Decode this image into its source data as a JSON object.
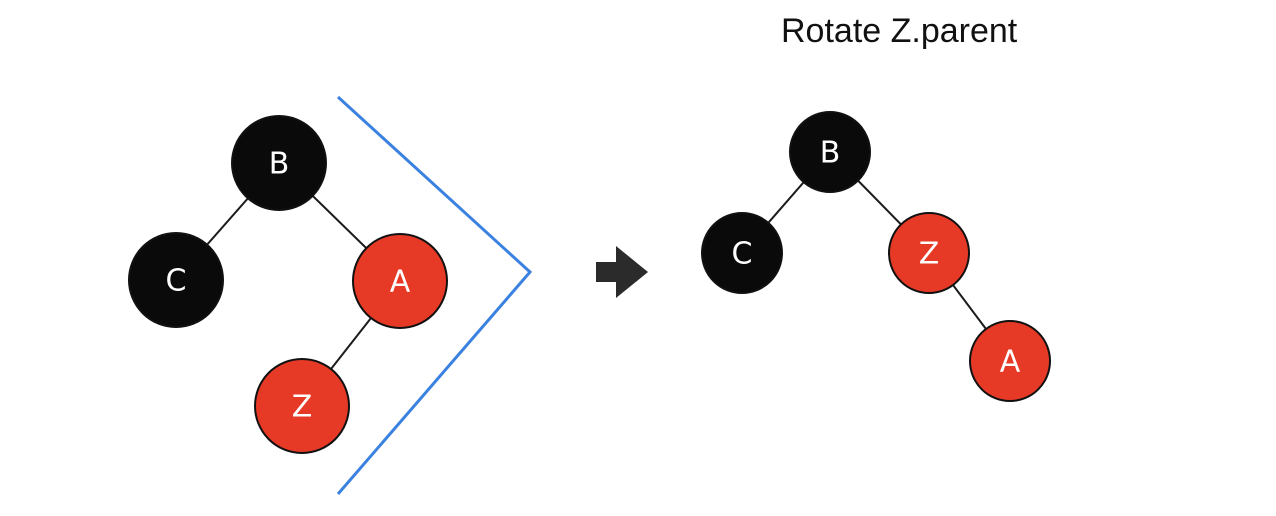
{
  "title": "Rotate Z.parent",
  "colors": {
    "black_node": "#0a0a0a",
    "red_node": "#e63a26",
    "node_outline": "#111111",
    "bracket": "#3b82e0",
    "arrow": "#2b2b2b"
  },
  "before_tree": {
    "nodes": [
      {
        "id": "B",
        "label": "B",
        "color": "black"
      },
      {
        "id": "C",
        "label": "C",
        "color": "black"
      },
      {
        "id": "A",
        "label": "A",
        "color": "red"
      },
      {
        "id": "Z",
        "label": "Z",
        "color": "red"
      }
    ],
    "edges": [
      [
        "B",
        "C"
      ],
      [
        "B",
        "A"
      ],
      [
        "A",
        "Z"
      ]
    ]
  },
  "after_tree": {
    "nodes": [
      {
        "id": "B",
        "label": "B",
        "color": "black"
      },
      {
        "id": "C",
        "label": "C",
        "color": "black"
      },
      {
        "id": "Z",
        "label": "Z",
        "color": "red"
      },
      {
        "id": "A",
        "label": "A",
        "color": "red"
      }
    ],
    "edges": [
      [
        "B",
        "C"
      ],
      [
        "B",
        "Z"
      ],
      [
        "Z",
        "A"
      ]
    ]
  }
}
